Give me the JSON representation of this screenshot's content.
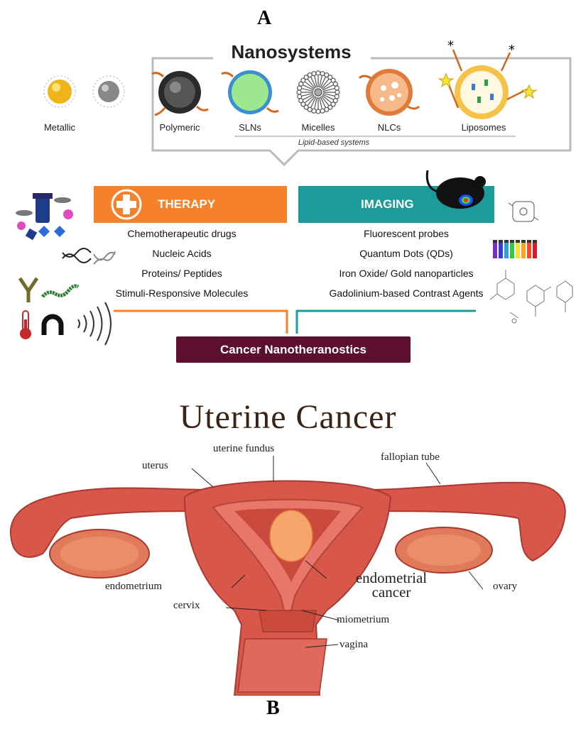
{
  "panel_a": {
    "letter": "A",
    "nanosystems": {
      "title": "Nanosystems",
      "items": [
        "Metallic",
        "Polymeric",
        "SLNs",
        "Micelles",
        "NLCs",
        "Liposomes"
      ],
      "lipid_label": "Lipid-based systems"
    },
    "therapy": {
      "header": "THERAPY",
      "color": "#f5822a",
      "items": [
        "Chemotherapeutic drugs",
        "Nucleic Acids",
        "Proteins/ Peptides",
        "Stimuli-Responsive Molecules"
      ]
    },
    "imaging": {
      "header": "IMAGING",
      "color": "#1c9b9a",
      "items": [
        "Fluorescent probes",
        "Quantum Dots (QDs)",
        "Iron Oxide/ Gold nanoparticles",
        "Gadolinium-based Contrast Agents"
      ]
    },
    "center": {
      "label": "Cancer Nanotheranostics",
      "color": "#5c0f2e"
    }
  },
  "panel_b": {
    "letter": "B",
    "title": "Uterine Cancer",
    "labels": {
      "uterine_fundus": "uterine fundus",
      "uterus": "uterus",
      "fallopian_tube": "fallopian tube",
      "endometrial_cancer_1": "endometrial",
      "endometrial_cancer_2": "cancer",
      "endometrium": "endometrium",
      "ovary": "ovary",
      "cervix": "cervix",
      "miometrium": "miometrium",
      "vagina": "vagina"
    }
  }
}
